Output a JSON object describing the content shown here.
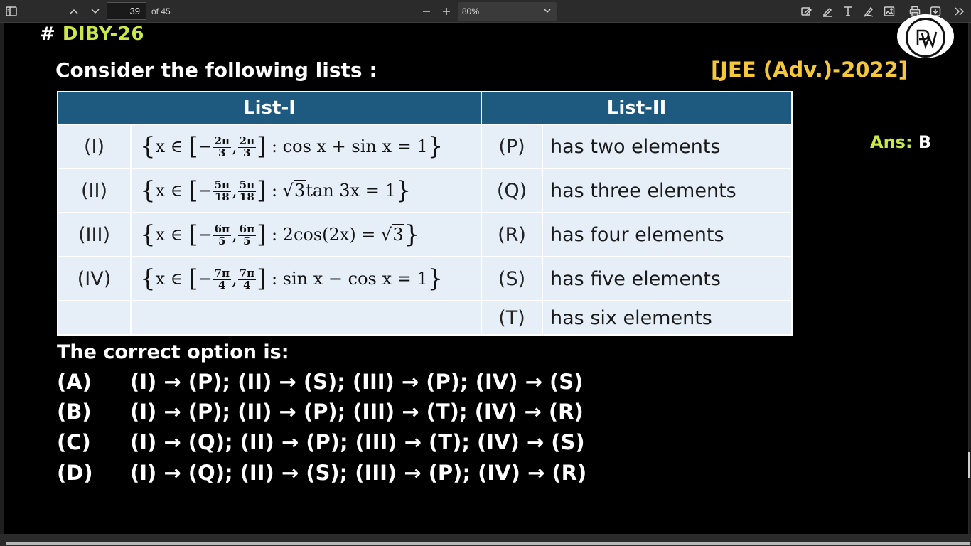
{
  "toolbar": {
    "current_page": "39",
    "page_count_text": "of 45",
    "zoom_value": "80%"
  },
  "document": {
    "dpp_hash": "#",
    "dpp_label": "DIBY-26",
    "logo_text": "PW",
    "question_title": "Consider the following lists :",
    "exam_tag": "[JEE (Adv.)-2022]",
    "answer_label": "Ans:",
    "answer_value": "B",
    "table": {
      "headers": [
        "List-I",
        "List-II"
      ],
      "rows": [
        {
          "roman": "(I)",
          "set": {
            "lower": "2π",
            "lower_den": "3",
            "upper": "2π",
            "upper_den": "3",
            "cond": "cos x + sin x = 1"
          },
          "letter": "(P)",
          "desc": "has two elements"
        },
        {
          "roman": "(II)",
          "set": {
            "lower": "5π",
            "lower_den": "18",
            "upper": "5π",
            "upper_den": "18",
            "cond_pre": "",
            "rad": "3",
            "cond": "tan 3x = 1"
          },
          "letter": "(Q)",
          "desc": "has three elements"
        },
        {
          "roman": "(III)",
          "set": {
            "lower": "6π",
            "lower_den": "5",
            "upper": "6π",
            "upper_den": "5",
            "cond": "2cos(2x) = ",
            "rad": "3"
          },
          "letter": "(R)",
          "desc": "has four elements"
        },
        {
          "roman": "(IV)",
          "set": {
            "lower": "7π",
            "lower_den": "4",
            "upper": "7π",
            "upper_den": "4",
            "cond": "sin x − cos x = 1"
          },
          "letter": "(S)",
          "desc": "has five elements"
        },
        {
          "roman": "",
          "letter": "(T)",
          "desc": "has six elements"
        }
      ]
    },
    "options_title": "The correct option is:",
    "options": [
      {
        "label": "(A)",
        "text": "(I) → (P); (II) → (S); (III) → (P); (IV) → (S)"
      },
      {
        "label": "(B)",
        "text": "(I) → (P); (II) → (P); (III) → (T); (IV) → (R)"
      },
      {
        "label": "(C)",
        "text": "(I) → (Q); (II) → (P); (III) → (T); (IV) → (S)"
      },
      {
        "label": "(D)",
        "text": "(I) → (Q); (II) → (S); (III) → (P); (IV) → (R)"
      }
    ]
  },
  "colors": {
    "header_bg": "#1e5a80",
    "cell_bg": "#e6eef8",
    "dpp_green": "#c9e84a",
    "exam_yellow": "#f4c83a"
  },
  "icons": [
    "sidebar-toggle-icon",
    "chevron-up-icon",
    "chevron-down-icon",
    "zoom-out-icon",
    "zoom-in-icon",
    "caret-down-icon",
    "text-highlight-icon",
    "draw-icon",
    "text-icon",
    "pen-icon",
    "image-icon",
    "print-icon",
    "save-icon",
    "more-tools-icon"
  ]
}
